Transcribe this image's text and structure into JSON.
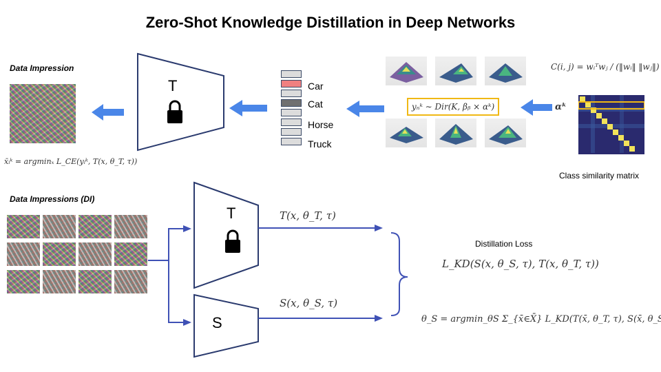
{
  "title": "Zero-Shot Knowledge Distillation in Deep Networks",
  "top": {
    "data_impression_label": "Data Impression",
    "teacher_label": "T",
    "classes": [
      {
        "name": "Car",
        "color": "#f08080"
      },
      {
        "name": "Cat",
        "color": "#707070"
      },
      {
        "name": "Horse",
        "color": "#dcdcdc"
      },
      {
        "name": "Truck",
        "color": "#d0d0d0"
      }
    ],
    "argmin_formula": "x̄ᵢᵏ = argminₓ L_CE(yᵢᵏ, T(x, θ_T, τ))",
    "dirichlet_formula": "yₙᵏ ∼ Dir(K, βᵦ × αᵏ)",
    "similarity_formula": "C(i, j) = wᵢᵀwⱼ / (‖wᵢ‖ ‖wⱼ‖)",
    "alpha_label": "αᵏ",
    "class_similarity_label": "Class similarity matrix"
  },
  "bottom": {
    "data_impressions_label": "Data Impressions (",
    "data_impressions_italic": "DI",
    "data_impressions_close": ")",
    "teacher_label": "T",
    "student_label": "S",
    "teacher_output": "T(x, θ_T, τ)",
    "student_output": "S(x, θ_S, τ)",
    "distillation_loss_label": "Distillation Loss",
    "loss_formula": "L_KD(S(x, θ_S, τ), T(x, θ_T, τ))",
    "objective_formula": "θ_S = argmin_θS Σ_{x̄∈X̄} L_KD(T(x̄, θ_T, τ), S(x̄, θ_S, τ))"
  },
  "colors": {
    "arrow_blue": "#4a86e8",
    "line_blue": "#3f51b5",
    "trapezoid_stroke": "#2a3a6e",
    "highlight": "#f0b814"
  },
  "icons": [
    "lock-icon",
    "arrow-left-icon"
  ]
}
